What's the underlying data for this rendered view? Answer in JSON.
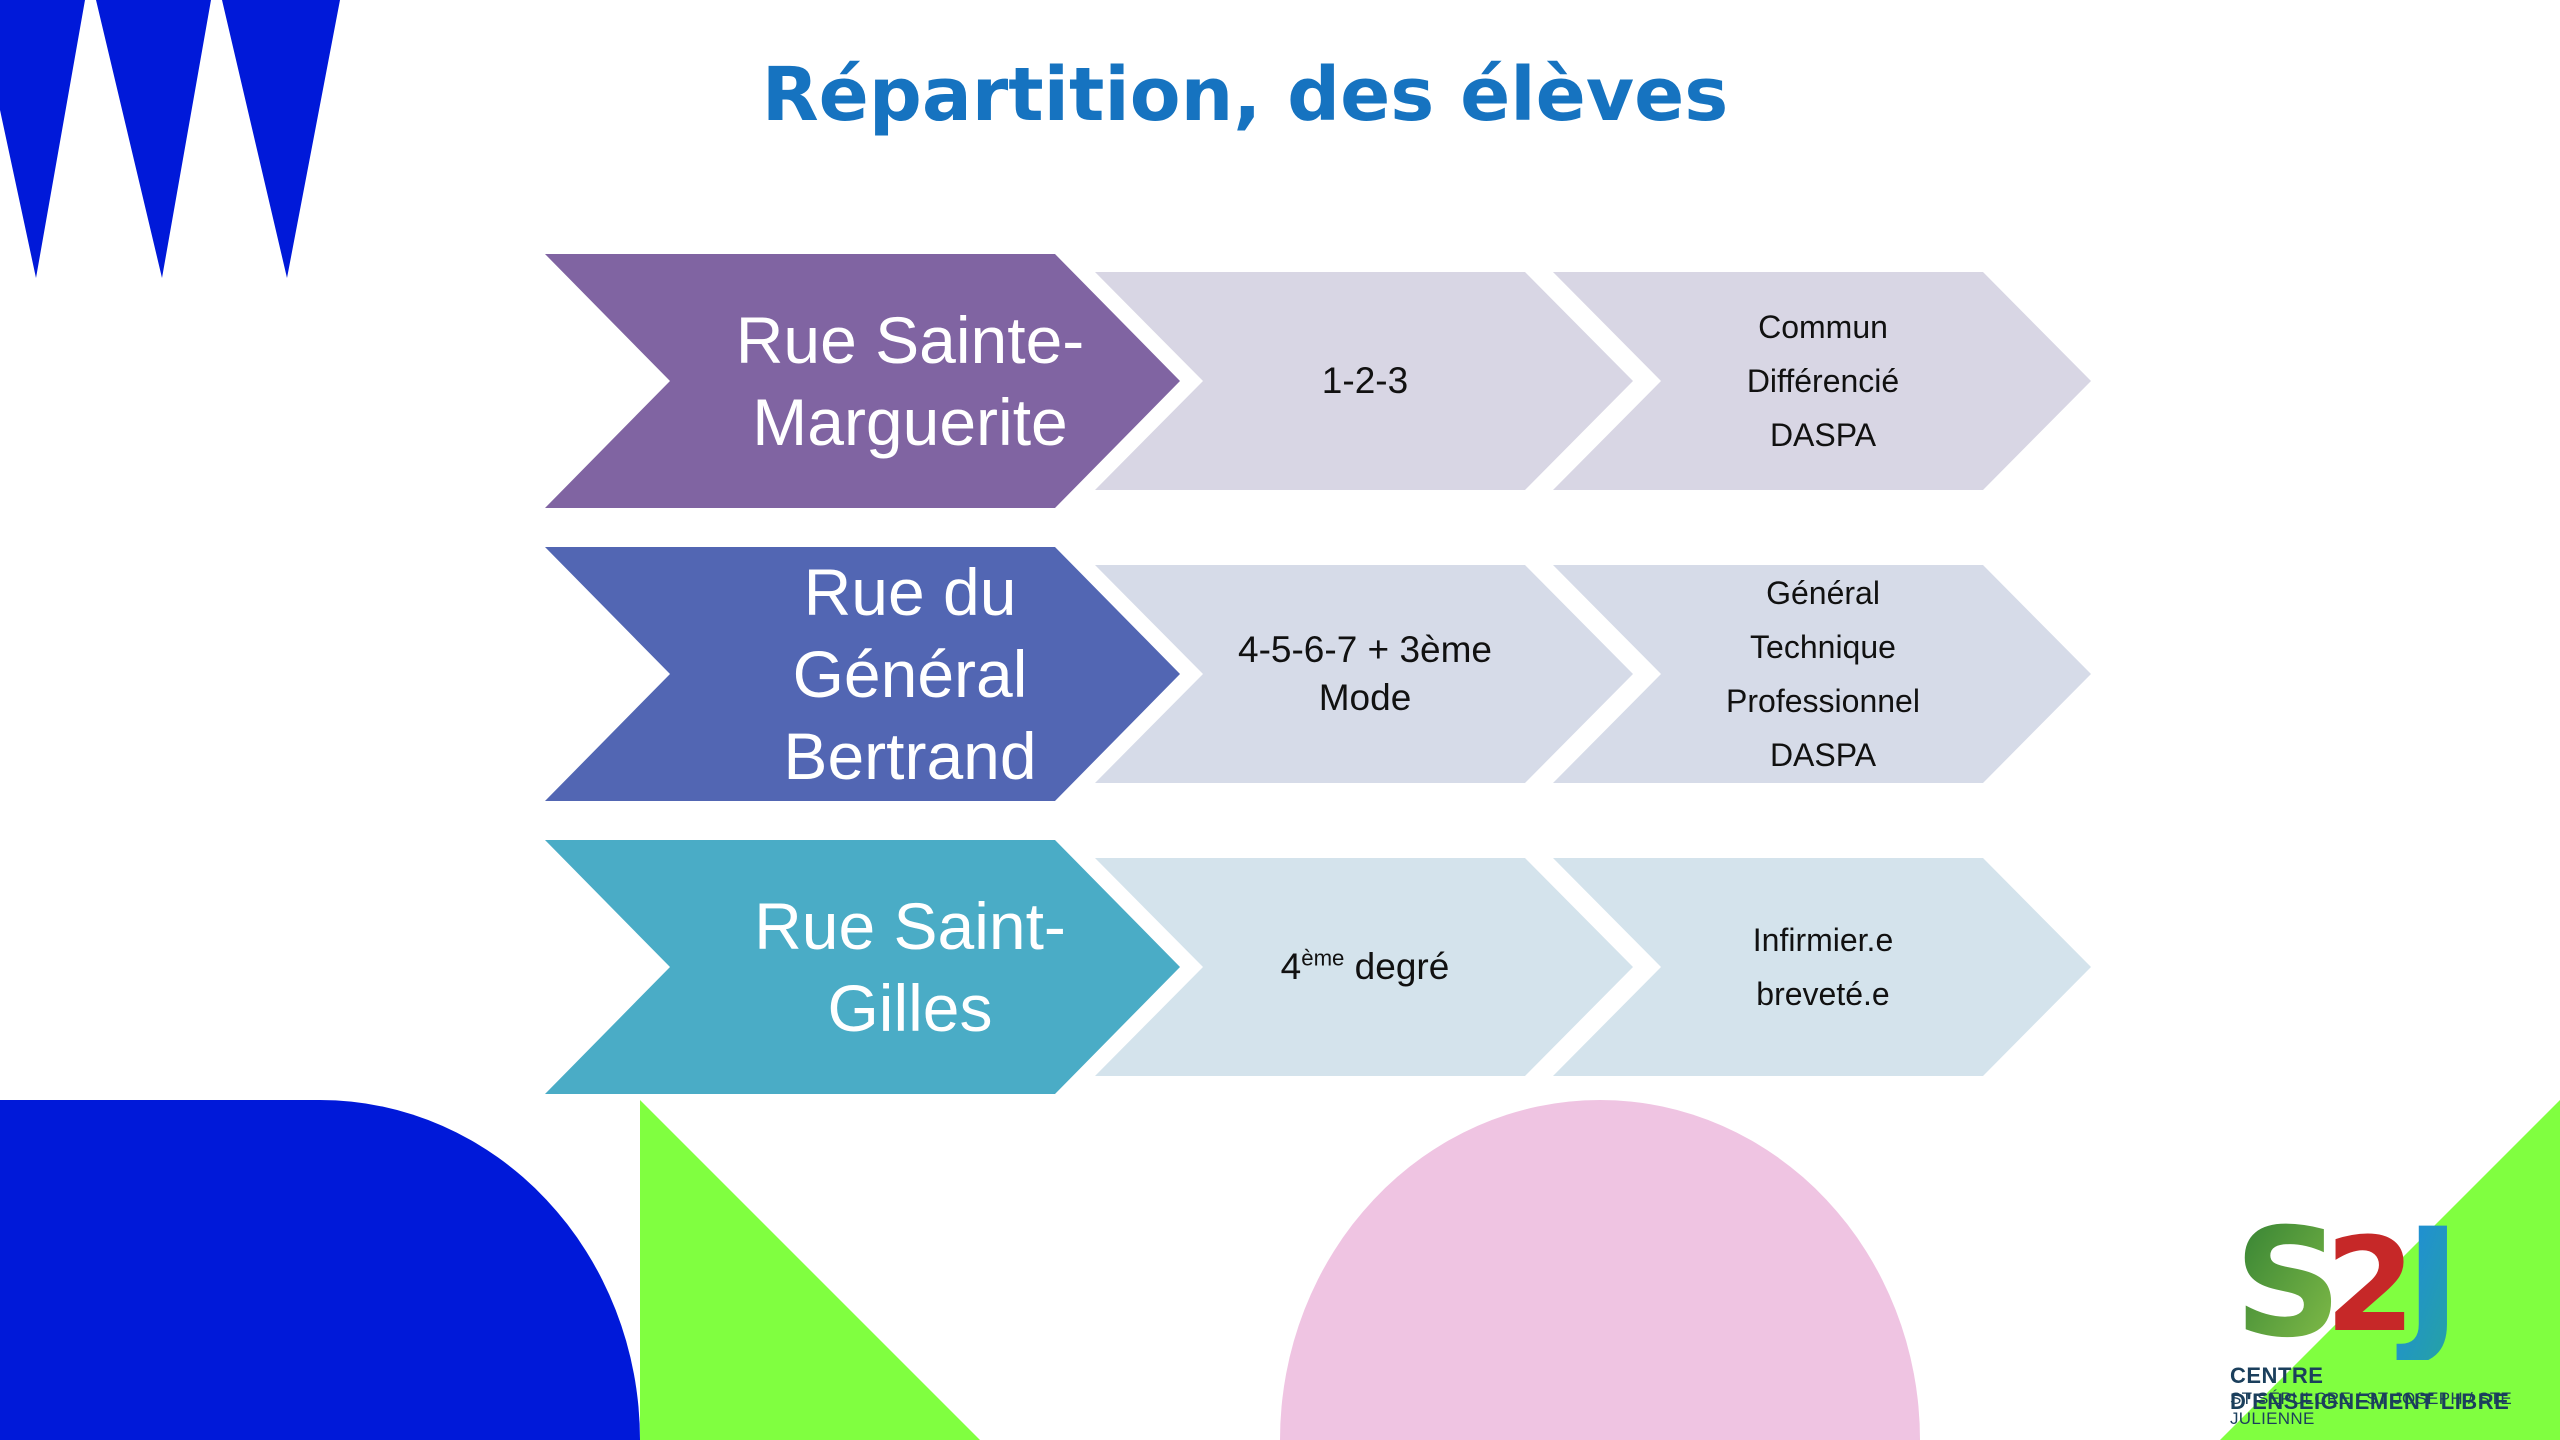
{
  "title": "Répartition, des élèves",
  "colors": {
    "title": "#1673c0",
    "blue_shape": "#0019d9",
    "green_shape": "#80ff40",
    "pink_shape": "#efc4e2",
    "row1_head": "#8064a2",
    "row2_head": "#5266b3",
    "row3_head": "#4aacc6",
    "row1_light": "#d8d6e4",
    "row2_light": "#d6dbe8",
    "row3_light": "#d4e3ec"
  },
  "rows": [
    {
      "site_lines": [
        "Rue Sainte-",
        "Marguerite"
      ],
      "years": [
        "1-2-3"
      ],
      "programs": [
        "Commun",
        "Différencié",
        "DASPA"
      ]
    },
    {
      "site_lines": [
        "Rue du",
        "Général",
        "Bertrand"
      ],
      "years": [
        "4-5-6-7 + 3ème",
        "Mode"
      ],
      "programs": [
        "Général",
        "Technique",
        "Professionnel",
        "DASPA"
      ]
    },
    {
      "site_lines": [
        "Rue Saint-",
        "Gilles"
      ],
      "years_base": "4",
      "years_sup": "ème",
      "years_rest": " degré",
      "programs": [
        "Infirmier.e",
        "breveté.e"
      ]
    }
  ],
  "logo": {
    "mark": "S2J",
    "line1": "CENTRE D'ENSEIGNEMENT LIBRE",
    "line2": "ST SÉPULCRE / ST JOSEPH / STE JULIENNE"
  }
}
